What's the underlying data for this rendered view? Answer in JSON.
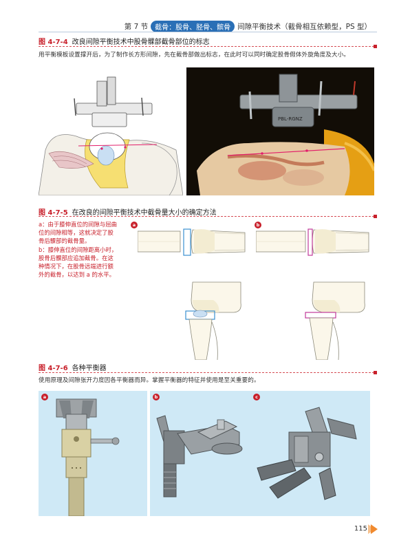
{
  "header": {
    "section": "第 7 节",
    "highlight": "截骨：股骨、胫骨、髌骨",
    "topic": "间隙平衡技术（截骨相互依赖型，PS 型）"
  },
  "fig1": {
    "number": "图 4-7-4",
    "title": "改良间隙平衡技术中股骨髁部截骨部位的标志",
    "caption": "用平衡模板设置撑开后，为了制作长方形间隙，先在截骨部做出标志，在此时可以同时确定股骨假体外旋角度及大小。",
    "photo_label": "PBL-RGNZ"
  },
  "fig2": {
    "number": "图 4-7-5",
    "title": "在改良的间隙平衡技术中截骨量大小的确定方法",
    "note_lines": [
      "a：由于膝伸直位的间隙与屈曲",
      "位的间隙相等，这就决定了股",
      "骨后髁部的截骨量。",
      "b：膝伸直位的间隙距离小时，",
      "股骨后髁部应追加截骨。在这",
      "种情况下，在股骨远端进行额",
      "外的截骨，以达到 a 的水平。"
    ],
    "label_a": "a",
    "label_b": "b",
    "color_a": "#3a8fd0",
    "color_b": "#c0399a"
  },
  "fig3": {
    "number": "图 4-7-6",
    "title": "各种平衡器",
    "caption": "使用原理及间隙张开力度因各平衡器而异。掌握平衡器的特征并使用是至关重要的。",
    "label_a": "a",
    "label_b": "b",
    "label_c": "c"
  },
  "page_number": "115",
  "colors": {
    "accent": "#c8202b",
    "header_blue": "#2a6fb6",
    "panel_bg": "#cfe9f6",
    "arrow": "#f08a2e"
  }
}
